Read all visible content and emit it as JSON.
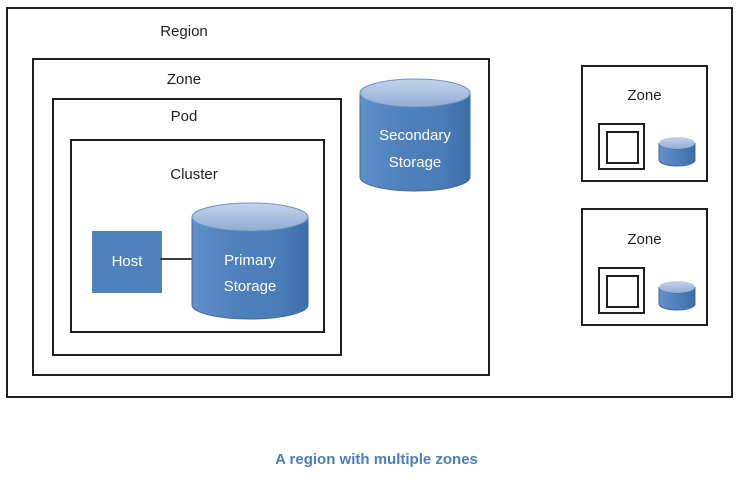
{
  "palette": {
    "accent_blue": "#4f81bd",
    "cylinder_top_light": "#c5d3ea",
    "cylinder_top_dark": "#8fadd4",
    "caption_blue": "#4a7ebd",
    "line_black": "#1f1f1f"
  },
  "region": {
    "label": "Region"
  },
  "main_zone": {
    "label": "Zone"
  },
  "pod": {
    "label": "Pod"
  },
  "cluster": {
    "label": "Cluster"
  },
  "host": {
    "label": "Host"
  },
  "primary_storage": {
    "line1": "Primary",
    "line2": "Storage"
  },
  "secondary_storage": {
    "line1": "Secondary",
    "line2": "Storage"
  },
  "small_zones": [
    {
      "label": "Zone"
    },
    {
      "label": "Zone"
    }
  ],
  "caption": "A region with multiple zones"
}
